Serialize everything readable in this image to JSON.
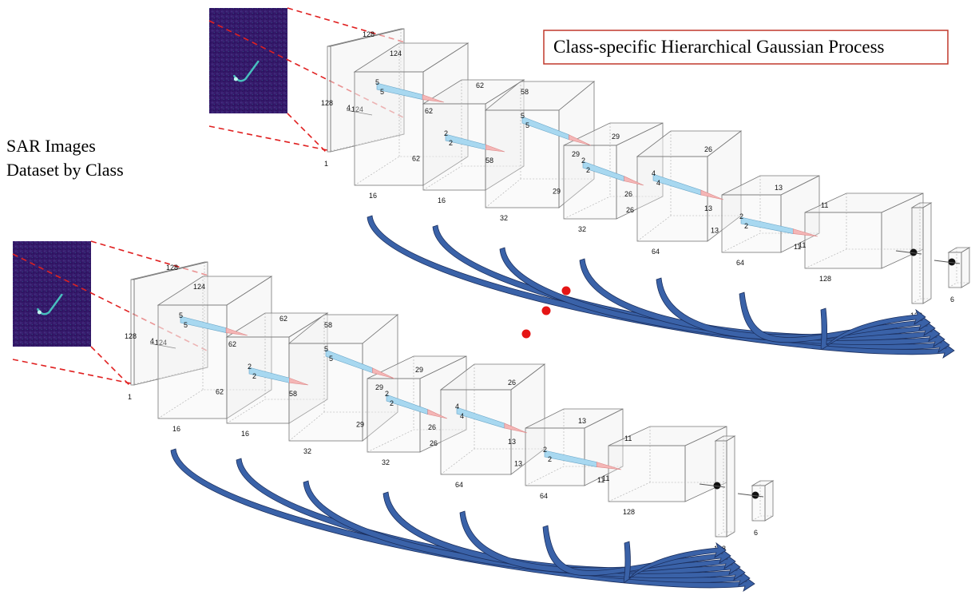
{
  "title": "Class-specific Hierarchical Gaussian Process",
  "dataset_label_line1": "SAR Images",
  "dataset_label_line2": "Dataset by Class",
  "colors": {
    "title_border": "#c0392b",
    "dashed_lines": "#e02020",
    "dots": "#e51515",
    "arrow_fill": "#3a62a8",
    "arrow_stroke": "#1b2f5e",
    "cuboid_stroke": "#777777",
    "cuboid_fill": "#f2f2f2",
    "kernel_blue": "#a8d8f0",
    "kernel_pink": "#f4b6b6",
    "sar_bg": "#3a1a6b",
    "sar_target": "#4ad0c6"
  },
  "networks": [
    {
      "id": "top",
      "layers": [
        {
          "type": "input",
          "w": "128",
          "h": "128",
          "d": "1",
          "k1": "4",
          "k2": "124"
        },
        {
          "type": "conv",
          "w": "124",
          "d": "16",
          "k1": "5",
          "k2": "5",
          "kh": "62"
        },
        {
          "type": "conv",
          "w": "62",
          "h": "62",
          "d": "16",
          "k1": "2",
          "k2": "2",
          "kh": "58"
        },
        {
          "type": "conv",
          "w": "58",
          "d": "32",
          "k1": "5",
          "k2": "5",
          "kh": "29"
        },
        {
          "type": "conv",
          "w": "29",
          "h": "29",
          "d": "32",
          "k1": "2",
          "k2": "2",
          "kh": "26"
        },
        {
          "type": "conv",
          "w": "26",
          "h": "26",
          "d": "64",
          "k1": "4",
          "k2": "4",
          "kh": "13"
        },
        {
          "type": "conv",
          "w": "13",
          "h": "13",
          "d": "64",
          "k1": "2",
          "k2": "2",
          "kh": "11"
        },
        {
          "type": "conv",
          "w": "11",
          "h": "11",
          "d": "128"
        },
        {
          "type": "fc",
          "d": "128"
        },
        {
          "type": "fc",
          "d": "6"
        }
      ]
    },
    {
      "id": "bottom",
      "layers": [
        {
          "type": "input",
          "w": "128",
          "h": "128",
          "d": "1",
          "k1": "4",
          "k2": "124"
        },
        {
          "type": "conv",
          "w": "124",
          "d": "16",
          "k1": "5",
          "k2": "5",
          "kh": "62"
        },
        {
          "type": "conv",
          "w": "62",
          "h": "62",
          "d": "16",
          "k1": "2",
          "k2": "2",
          "kh": "58"
        },
        {
          "type": "conv",
          "w": "58",
          "d": "32",
          "k1": "5",
          "k2": "5",
          "kh": "29"
        },
        {
          "type": "conv",
          "w": "29",
          "h": "29",
          "d": "32",
          "k1": "2",
          "k2": "2",
          "kh": "26"
        },
        {
          "type": "conv",
          "w": "26",
          "h": "26",
          "d": "64",
          "k1": "4",
          "k2": "4",
          "kh": "13"
        },
        {
          "type": "conv",
          "w": "13",
          "h": "13",
          "d": "64",
          "k1": "2",
          "k2": "2",
          "kh": "11"
        },
        {
          "type": "conv",
          "w": "11",
          "h": "11",
          "d": "128"
        },
        {
          "type": "fc",
          "d": "128"
        },
        {
          "type": "fc",
          "d": "6"
        }
      ]
    }
  ]
}
